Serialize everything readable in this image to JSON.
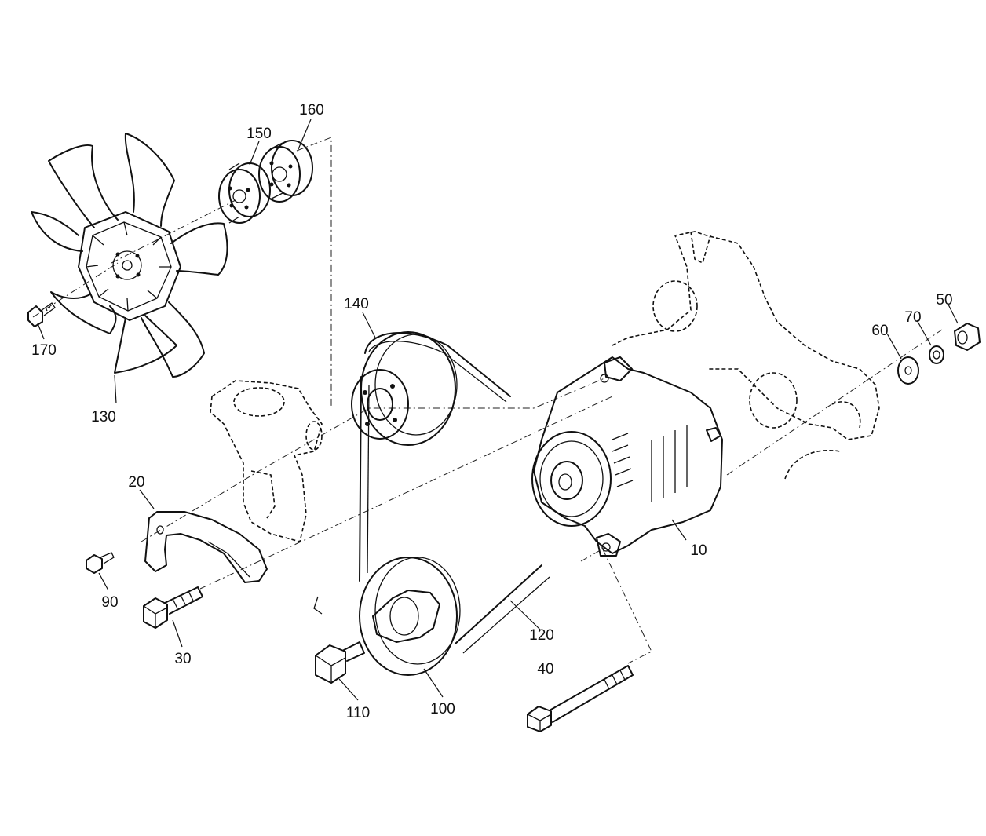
{
  "callouts": [
    {
      "id": "c160",
      "text": "160"
    },
    {
      "id": "c150",
      "text": "150"
    },
    {
      "id": "c140",
      "text": "140"
    },
    {
      "id": "c130",
      "text": "130"
    },
    {
      "id": "c170",
      "text": "170"
    },
    {
      "id": "c20",
      "text": "20"
    },
    {
      "id": "c90",
      "text": "90"
    },
    {
      "id": "c30",
      "text": "30"
    },
    {
      "id": "c110",
      "text": "110"
    },
    {
      "id": "c100",
      "text": "100"
    },
    {
      "id": "c120",
      "text": "120"
    },
    {
      "id": "c40",
      "text": "40"
    },
    {
      "id": "c10",
      "text": "10"
    },
    {
      "id": "c60",
      "text": "60"
    },
    {
      "id": "c70",
      "text": "70"
    },
    {
      "id": "c50",
      "text": "50"
    }
  ]
}
